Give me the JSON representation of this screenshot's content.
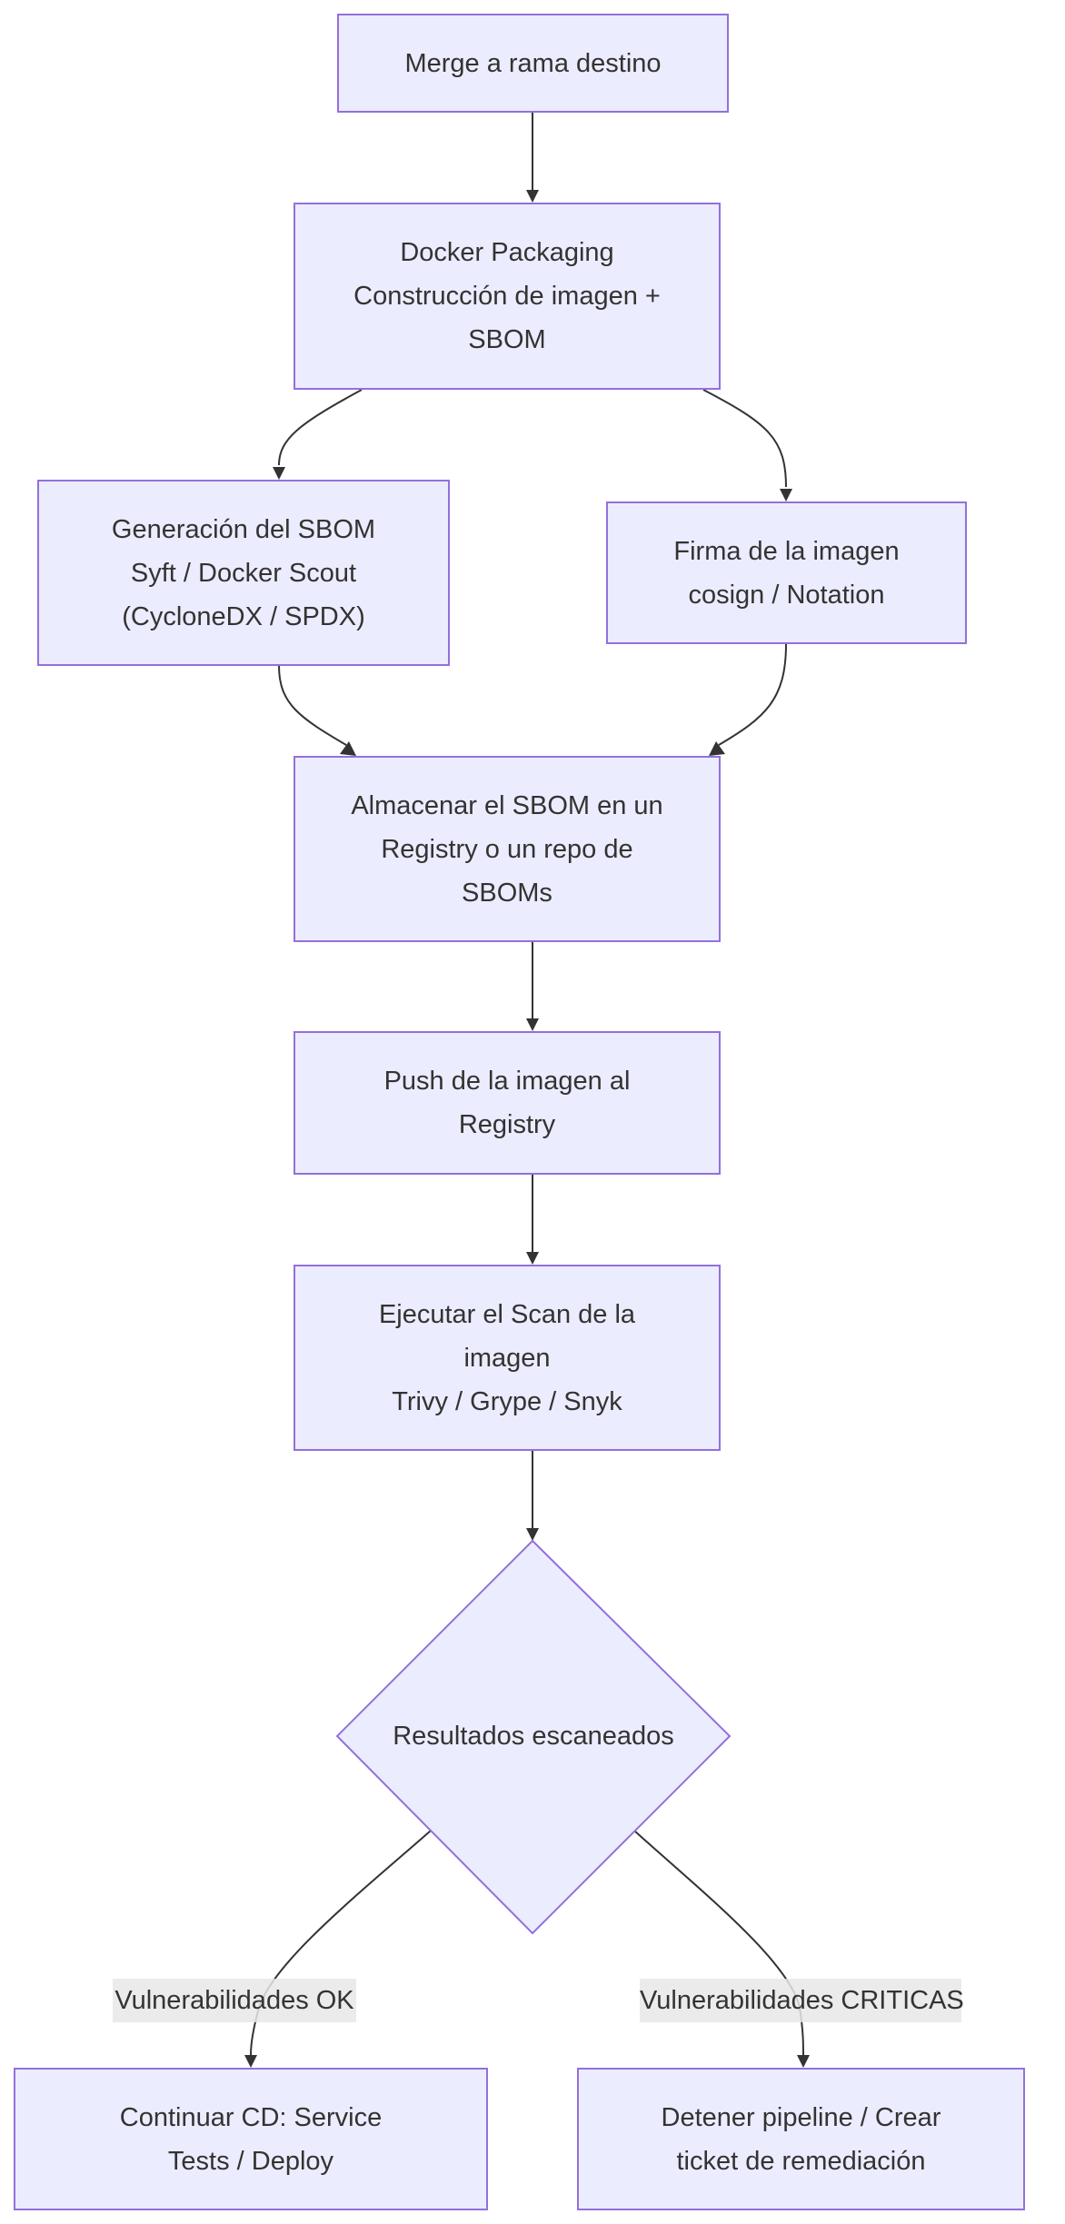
{
  "diagram": {
    "type": "flowchart",
    "direction": "top-down",
    "colors": {
      "node_fill": "#ECECFF",
      "node_stroke": "#9370DB",
      "edge": "#333333",
      "text": "#333333",
      "edge_label_bg": "#E8E8E8"
    },
    "nodes": {
      "merge": {
        "lines": [
          "Merge a rama destino"
        ]
      },
      "docker": {
        "lines": [
          "Docker Packaging",
          "Construcción de imagen +",
          "SBOM"
        ]
      },
      "sbom_gen": {
        "lines": [
          "Generación del SBOM",
          "Syft / Docker Scout",
          "(CycloneDX / SPDX)"
        ]
      },
      "sign": {
        "lines": [
          "Firma de la imagen",
          "cosign / Notation"
        ]
      },
      "store": {
        "lines": [
          "Almacenar el SBOM en un",
          "Registry o un repo de",
          "SBOMs"
        ]
      },
      "push": {
        "lines": [
          "Push de la imagen al",
          "Registry"
        ]
      },
      "scan": {
        "lines": [
          "Ejecutar el Scan de la",
          "imagen",
          "Trivy / Grype / Snyk"
        ]
      },
      "decision": {
        "lines": [
          "Resultados escaneados"
        ]
      },
      "continue": {
        "lines": [
          "Continuar CD: Service",
          "Tests / Deploy"
        ]
      },
      "stop": {
        "lines": [
          "Detener pipeline / Crear",
          "ticket de remediación"
        ]
      }
    },
    "edges": [
      {
        "from": "merge",
        "to": "docker",
        "label": ""
      },
      {
        "from": "docker",
        "to": "sbom_gen",
        "label": ""
      },
      {
        "from": "docker",
        "to": "sign",
        "label": ""
      },
      {
        "from": "sbom_gen",
        "to": "store",
        "label": ""
      },
      {
        "from": "sign",
        "to": "store",
        "label": ""
      },
      {
        "from": "store",
        "to": "push",
        "label": ""
      },
      {
        "from": "push",
        "to": "scan",
        "label": ""
      },
      {
        "from": "scan",
        "to": "decision",
        "label": ""
      },
      {
        "from": "decision",
        "to": "continue",
        "label": "Vulnerabilidades OK"
      },
      {
        "from": "decision",
        "to": "stop",
        "label": "Vulnerabilidades CRITICAS"
      }
    ]
  }
}
